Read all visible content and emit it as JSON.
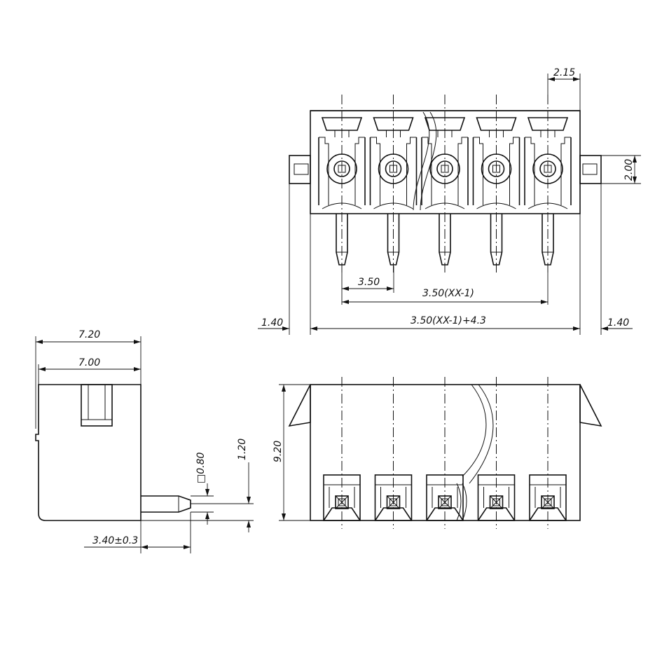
{
  "dimensions": {
    "pin_offset_right": "2.15",
    "mount_tab_height": "2.00",
    "pitch": "3.50",
    "pin_span": "3.50(XX-1)",
    "body_length": "3.50(XX-1)+4.3",
    "left_tab": "1.40",
    "right_tab": "1.40",
    "side_width_outer": "7.20",
    "side_width_inner": "7.00",
    "pin_square": "□0.80",
    "pin_offset_vertical": "1.20",
    "pin_length": "3.40±0.3",
    "body_height": "9.20"
  },
  "pole_count": 5
}
